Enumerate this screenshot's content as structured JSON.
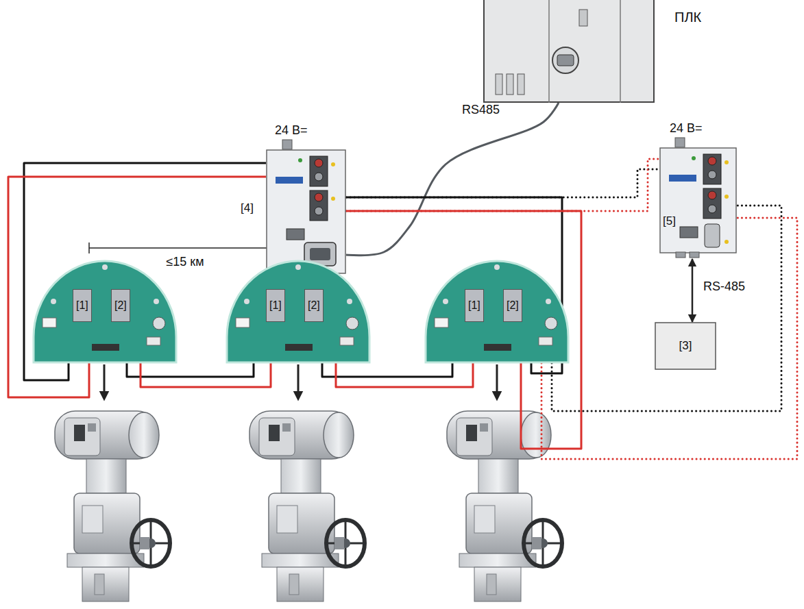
{
  "diagram": {
    "nodes": [
      {
        "text": [
          "ПЛК"
        ]
      },
      {
        "text": [
          "24 В=",
          "[4]"
        ]
      },
      {
        "text": [
          "24 В=",
          "[5]"
        ]
      },
      {
        "text": [
          "[3]"
        ]
      },
      {
        "text": [
          "[1]",
          "[2]"
        ]
      },
      {
        "text": [
          "[1]",
          "[2]"
        ]
      },
      {
        "text": [
          "[1]",
          "[2]"
        ]
      }
    ],
    "edges": [
      {
        "from": 0,
        "to": 1,
        "arrow": "none",
        "label": "RS485"
      },
      {
        "from": 2,
        "to": 3,
        "arrow": "both",
        "label": "RS-485"
      },
      {
        "from": 1,
        "to": 4,
        "arrow": "none"
      },
      {
        "from": 1,
        "to": 4,
        "arrow": "none"
      },
      {
        "from": 4,
        "to": 5,
        "arrow": "none"
      },
      {
        "from": 4,
        "to": 5,
        "arrow": "none"
      },
      {
        "from": 5,
        "to": 6,
        "arrow": "none"
      },
      {
        "from": 5,
        "to": 6,
        "arrow": "none"
      },
      {
        "from": 6,
        "to": 1,
        "arrow": "none"
      },
      {
        "from": 6,
        "to": 1,
        "arrow": "none"
      },
      {
        "from": 1,
        "to": 2,
        "arrow": "none"
      },
      {
        "from": 1,
        "to": 2,
        "arrow": "none"
      },
      {
        "from": 6,
        "to": 2,
        "arrow": "none"
      },
      {
        "from": 6,
        "to": 2,
        "arrow": "none"
      }
    ],
    "labels": [
      "≤15 км"
    ]
  }
}
